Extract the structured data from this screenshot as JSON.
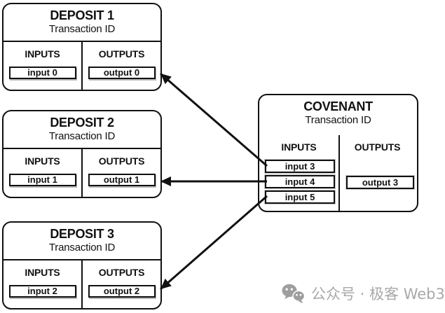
{
  "diagram": {
    "deposits": [
      {
        "title": "DEPOSIT 1",
        "subtitle": "Transaction ID",
        "inputs_label": "INPUTS",
        "outputs_label": "OUTPUTS",
        "input_slot": "input 0",
        "output_slot": "output 0"
      },
      {
        "title": "DEPOSIT 2",
        "subtitle": "Transaction ID",
        "inputs_label": "INPUTS",
        "outputs_label": "OUTPUTS",
        "input_slot": "input 1",
        "output_slot": "output 1"
      },
      {
        "title": "DEPOSIT 3",
        "subtitle": "Transaction ID",
        "inputs_label": "INPUTS",
        "outputs_label": "OUTPUTS",
        "input_slot": "input 2",
        "output_slot": "output 2"
      }
    ],
    "covenant": {
      "title": "COVENANT",
      "subtitle": "Transaction ID",
      "inputs_label": "INPUTS",
      "outputs_label": "OUTPUTS",
      "input_slots": [
        "input 3",
        "input 4",
        "input 5"
      ],
      "output_slots": [
        "output 3"
      ]
    },
    "connections": [
      {
        "from": "COVENANT input 3",
        "to": "DEPOSIT 1 output 0"
      },
      {
        "from": "COVENANT input 4",
        "to": "DEPOSIT 2 output 1"
      },
      {
        "from": "COVENANT input 5",
        "to": "DEPOSIT 3 output 2"
      }
    ],
    "line_color": "#111111"
  },
  "watermark": {
    "icon": "wechat-official-account-icon",
    "text": "公众号 · 极客 Web3",
    "color": "#a9a9a9"
  }
}
